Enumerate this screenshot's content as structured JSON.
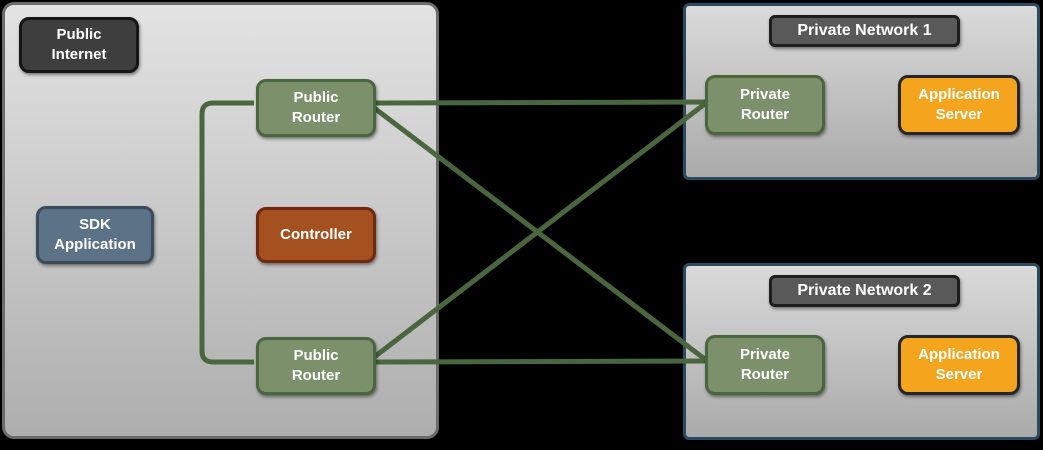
{
  "zones": {
    "public_internet": {
      "label": "Public\nInternet"
    },
    "private_network_1": {
      "label": "Private Network 1"
    },
    "private_network_2": {
      "label": "Private Network 2"
    }
  },
  "nodes": {
    "sdk_application": {
      "label": "SDK\nApplication"
    },
    "controller": {
      "label": "Controller"
    },
    "public_router_top": {
      "label": "Public\nRouter"
    },
    "public_router_bottom": {
      "label": "Public\nRouter"
    },
    "private_router_1": {
      "label": "Private\nRouter"
    },
    "application_server_1": {
      "label": "Application\nServer"
    },
    "private_router_2": {
      "label": "Private\nRouter"
    },
    "application_server_2": {
      "label": "Application\nServer"
    }
  },
  "connections": [
    {
      "from": "public_router_top",
      "to": "public_router_bottom",
      "type": "left-bracket"
    },
    {
      "from": "public_router_top",
      "to": "private_router_1",
      "type": "straight"
    },
    {
      "from": "public_router_top",
      "to": "private_router_2",
      "type": "diagonal"
    },
    {
      "from": "public_router_bottom",
      "to": "private_router_1",
      "type": "diagonal"
    },
    {
      "from": "public_router_bottom",
      "to": "private_router_2",
      "type": "straight"
    }
  ],
  "colors": {
    "canvas_bg": "#000000",
    "zone_fill_top": "#E3E3E3",
    "zone_fill_bottom": "#AEAEAE",
    "zone_border": "#6B6B6B",
    "network_border": "#2A4A60",
    "dark_label_fill": "#3E3E3E",
    "network_title_fill": "#595959",
    "router_fill": "#7C916B",
    "router_border": "#4A663E",
    "controller_fill": "#A4511F",
    "controller_border": "#70280F",
    "sdk_fill": "#5C7286",
    "sdk_border": "#3B4B5B",
    "server_fill": "#F4A41D",
    "server_border": "#262626",
    "link_color": "#4A663E",
    "text_color": "#FFFFFF"
  }
}
